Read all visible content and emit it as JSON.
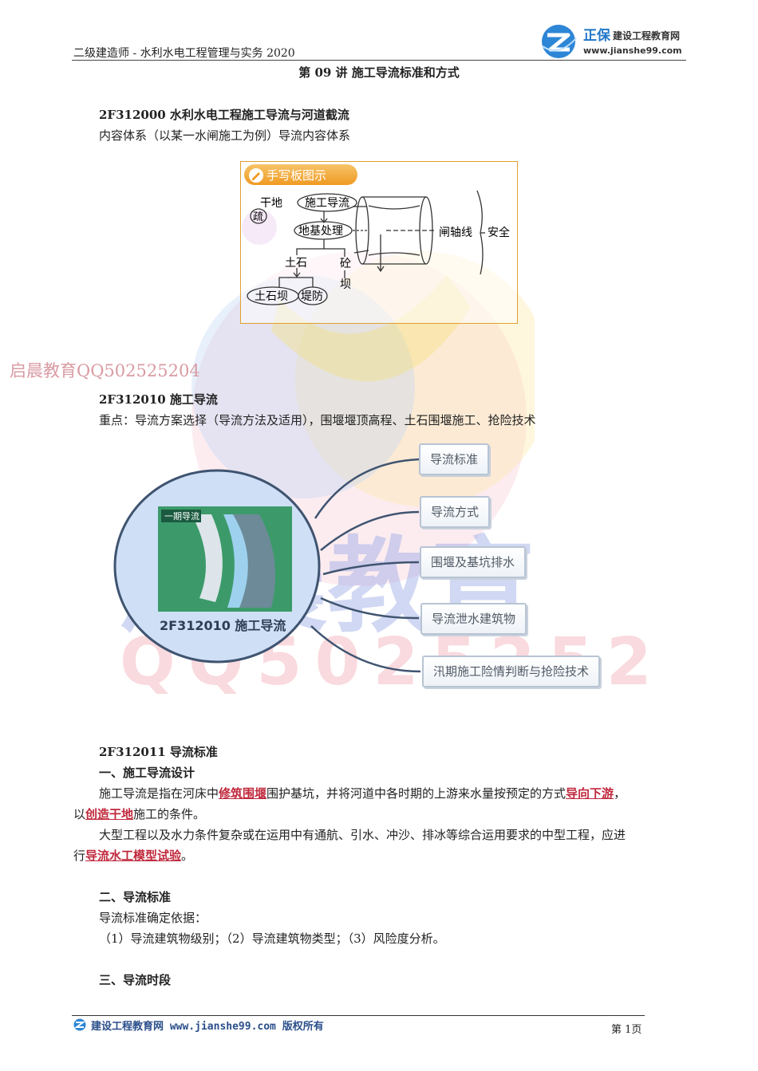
{
  "header": {
    "title": "二级建造师 - 水利水电工程管理与实务 2020",
    "logo_brand": "正保",
    "logo_name": "建设工程教育网",
    "logo_url": "www.jianshe99.com"
  },
  "lecture_title": "第 09 讲   施工导流标准和方式",
  "section1": {
    "code_title": "2F312000   水利水电工程施工导流与河道截流",
    "subtitle": "内容体系（以某一水闸施工为例）导流内容体系"
  },
  "figure1": {
    "tag": "手写板图示",
    "labels": {
      "gan_di": "干地",
      "shu": "疏",
      "shigong_daoliu": "施工导流",
      "diji_chuli": "地基处理",
      "zhazhouxian": "闸轴线",
      "anquan": "安全",
      "tushi": "土石",
      "tong": "砼",
      "ba": "坝",
      "tushiba": "土石坝",
      "difang": "堤防"
    }
  },
  "watermark": {
    "text": "启晨教育QQ502525204",
    "big": "启晨教育",
    "qq": "QQ502525204"
  },
  "section2": {
    "code_title": "2F312010   施工导流",
    "key_points": "重点：导流方案选择（导流方法及适用），围堰堰顶高程、土石围堰施工、抢险技术"
  },
  "mindmap": {
    "photo_label": "一期导流",
    "center_label": "2F312010  施工导流",
    "branches": [
      "导流标准",
      "导流方式",
      "围堰及基坑排水",
      "导流泄水建筑物",
      "汛期施工险情判断与抢险技术"
    ]
  },
  "section3": {
    "code_title": "2F312011   导流标准",
    "heading1": "一、施工导流设计",
    "para1": {
      "t1": "施工导流是指在河床中",
      "h1": "修筑围堰",
      "t2": "围护基坑，并将河道中各时期的上游来水量按预定的方式",
      "h2": "导向下游",
      "t3": "，",
      "t4": "以",
      "h3": "创造干地",
      "t5": "施工的条件。"
    },
    "para2": {
      "t1": "大型工程以及水力条件复杂或在运用中有通航、引水、冲沙、排冰等综合运用要求的中型工程，应进",
      "t2": "行",
      "h1": "导流水工模型试验",
      "t3": "。"
    },
    "heading2": "二、导流标准",
    "basis": "导流标准确定依据：",
    "basis_items": "（1）导流建筑物级别；（2）导流建筑物类型；（3）风险度分析。",
    "heading3": "三、导流时段"
  },
  "footer": {
    "site": "建设工程教育网 www.jianshe99.com 版权所有",
    "page": "第 1页"
  }
}
